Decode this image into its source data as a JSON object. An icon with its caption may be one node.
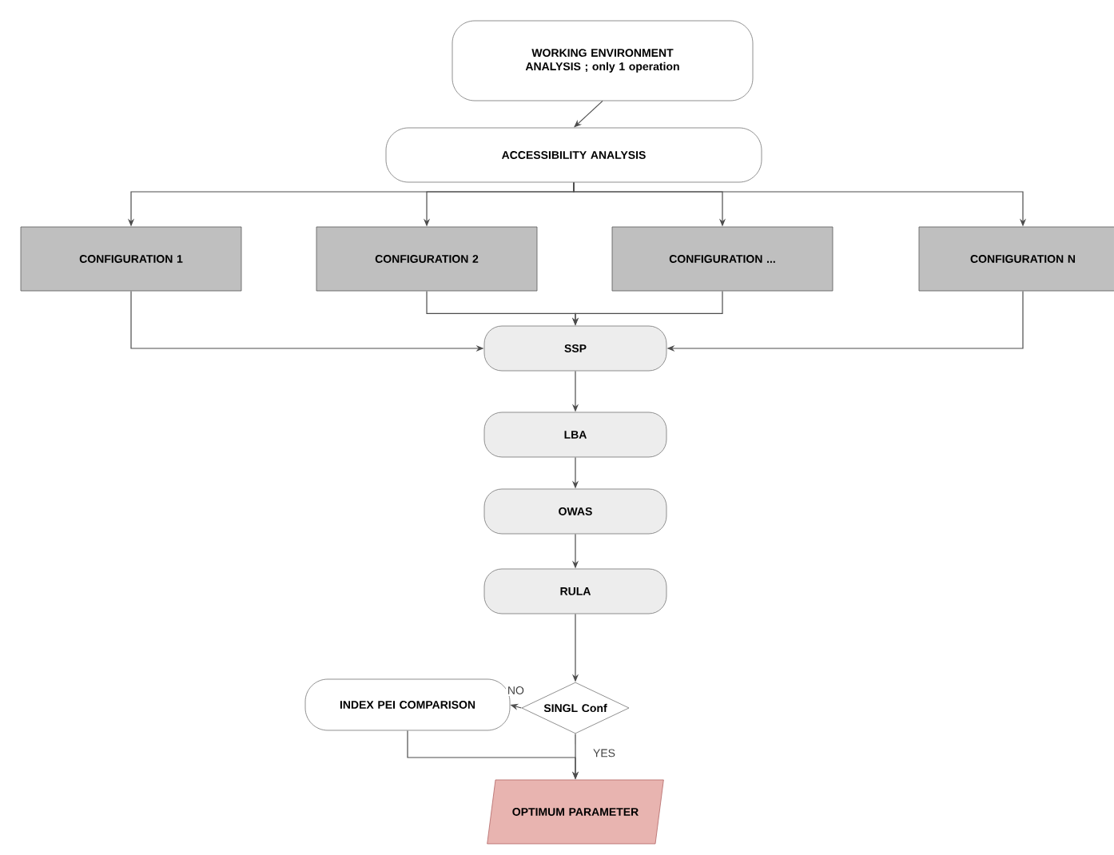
{
  "diagram": {
    "nodes": [
      {
        "text": [
          "WORKING ENVIRONMENT ANALYSIS ; only 1 operation"
        ]
      },
      {
        "text": [
          "ACCESSIBILITY ANALYSIS"
        ]
      },
      {
        "text": [
          "CONFIGURATION 1"
        ]
      },
      {
        "text": [
          "CONFIGURATION 2"
        ]
      },
      {
        "text": [
          "CONFIGURATION ..."
        ]
      },
      {
        "text": [
          "CONFIGURATION N"
        ]
      },
      {
        "text": [
          "SSP"
        ]
      },
      {
        "text": [
          "LBA"
        ]
      },
      {
        "text": [
          "OWAS"
        ]
      },
      {
        "text": [
          "RULA"
        ]
      },
      {
        "text": [
          "SINGL Conf"
        ]
      },
      {
        "text": [
          "INDEX PEI COMPARISON"
        ]
      },
      {
        "text": [
          "OPTIMUM PARAMETER"
        ]
      }
    ],
    "edges": [
      {
        "from": 0,
        "to": 1,
        "arrow": "to"
      },
      {
        "from": 1,
        "to": 2,
        "arrow": "to"
      },
      {
        "from": 1,
        "to": 3,
        "arrow": "to"
      },
      {
        "from": 1,
        "to": 4,
        "arrow": "to"
      },
      {
        "from": 1,
        "to": 5,
        "arrow": "to"
      },
      {
        "from": 2,
        "to": 6,
        "arrow": "to"
      },
      {
        "from": 3,
        "to": 6,
        "arrow": "to"
      },
      {
        "from": 4,
        "to": 6,
        "arrow": "to"
      },
      {
        "from": 5,
        "to": 6,
        "arrow": "to"
      },
      {
        "from": 6,
        "to": 7,
        "arrow": "to"
      },
      {
        "from": 7,
        "to": 8,
        "arrow": "to"
      },
      {
        "from": 8,
        "to": 9,
        "arrow": "to"
      },
      {
        "from": 9,
        "to": 10,
        "arrow": "to"
      },
      {
        "from": 10,
        "to": 11,
        "label": "NO",
        "arrow": "to"
      },
      {
        "from": 10,
        "to": 12,
        "label": "YES",
        "arrow": "to"
      },
      {
        "from": 11,
        "to": 12,
        "arrow": "to"
      }
    ]
  }
}
